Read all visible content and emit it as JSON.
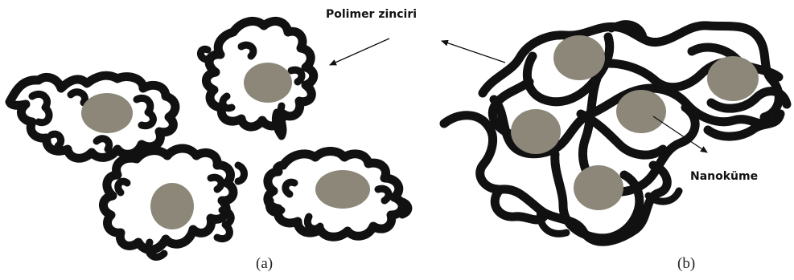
{
  "labels": {
    "polymer_chain": "Polimer zinciri",
    "nanocluster": "Nanoküme",
    "panel_a": "(a)",
    "panel_b": "(b)"
  },
  "colors": {
    "chain": "#111111",
    "cluster": "#8c8779",
    "background": "#ffffff"
  }
}
